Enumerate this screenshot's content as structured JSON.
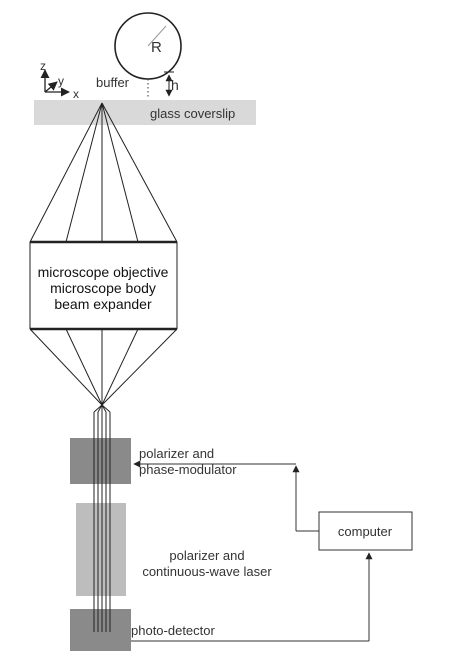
{
  "labels": {
    "radius": "R",
    "height": "h",
    "axis_z": "z",
    "axis_y": "y",
    "axis_x": "x",
    "buffer": "buffer",
    "coverslip": "glass coverslip",
    "objective_line1": "microscope objective",
    "objective_line2": "microscope body",
    "objective_line3": "beam expander",
    "modulator_line1": "polarizer and",
    "modulator_line2": "phase-modulator",
    "computer": "computer",
    "laser_line1": "polarizer and",
    "laser_line2": "continuous-wave laser",
    "detector": "photo-detector"
  },
  "colors": {
    "coverslip": "#d9d9d9",
    "modulator_block": "#8a8a8a",
    "laser_block": "#bdbdbd",
    "detector_block": "#8a8a8a",
    "lines": "#222222",
    "text": "#333333"
  }
}
